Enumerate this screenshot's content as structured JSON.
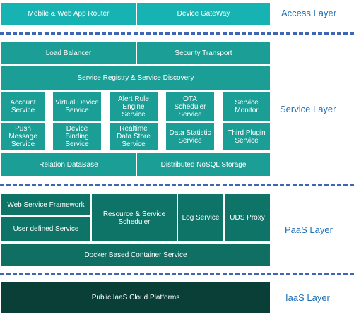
{
  "access": {
    "router": "Mobile  & Web  App Router",
    "gateway": "Device GateWay",
    "layer": "Access Layer"
  },
  "service": {
    "load_balancer": "Load Balancer",
    "security": "Security Transport",
    "registry": "Service Registry & Service Discovery",
    "row1": [
      "Account\nService",
      "Virtual Device\nService",
      "Alert Rule\nEngine\nService",
      "OTA\nScheduler\nService",
      "Service\nMonitor"
    ],
    "row2": [
      "Push\nMessage\nService",
      "Device\nBinding\nService",
      "Realtime\nData Store\nService",
      "Data Statistic\nService",
      "Third Plugin\nService"
    ],
    "relation_db": "Relation DataBase",
    "nosql": "Distributed NoSQL Storage",
    "layer": "Service Layer"
  },
  "paas": {
    "web_framework": "Web Service Framework",
    "user_defined": "User defined Service",
    "scheduler": "Resource & Service\nScheduler",
    "log": "Log Service",
    "uds": "UDS Proxy",
    "docker": "Docker  Based Container Service",
    "layer": "PaaS Layer"
  },
  "iaas": {
    "public": "Public IaaS Cloud Platforms",
    "layer": "IaaS Layer"
  },
  "colors": {
    "access": "#17b3b3",
    "service": "#1a9e95",
    "paas": "#0e7468",
    "iaas": "#0a3f37",
    "divider": "#3d67b5",
    "label": "#1f6fb6"
  }
}
